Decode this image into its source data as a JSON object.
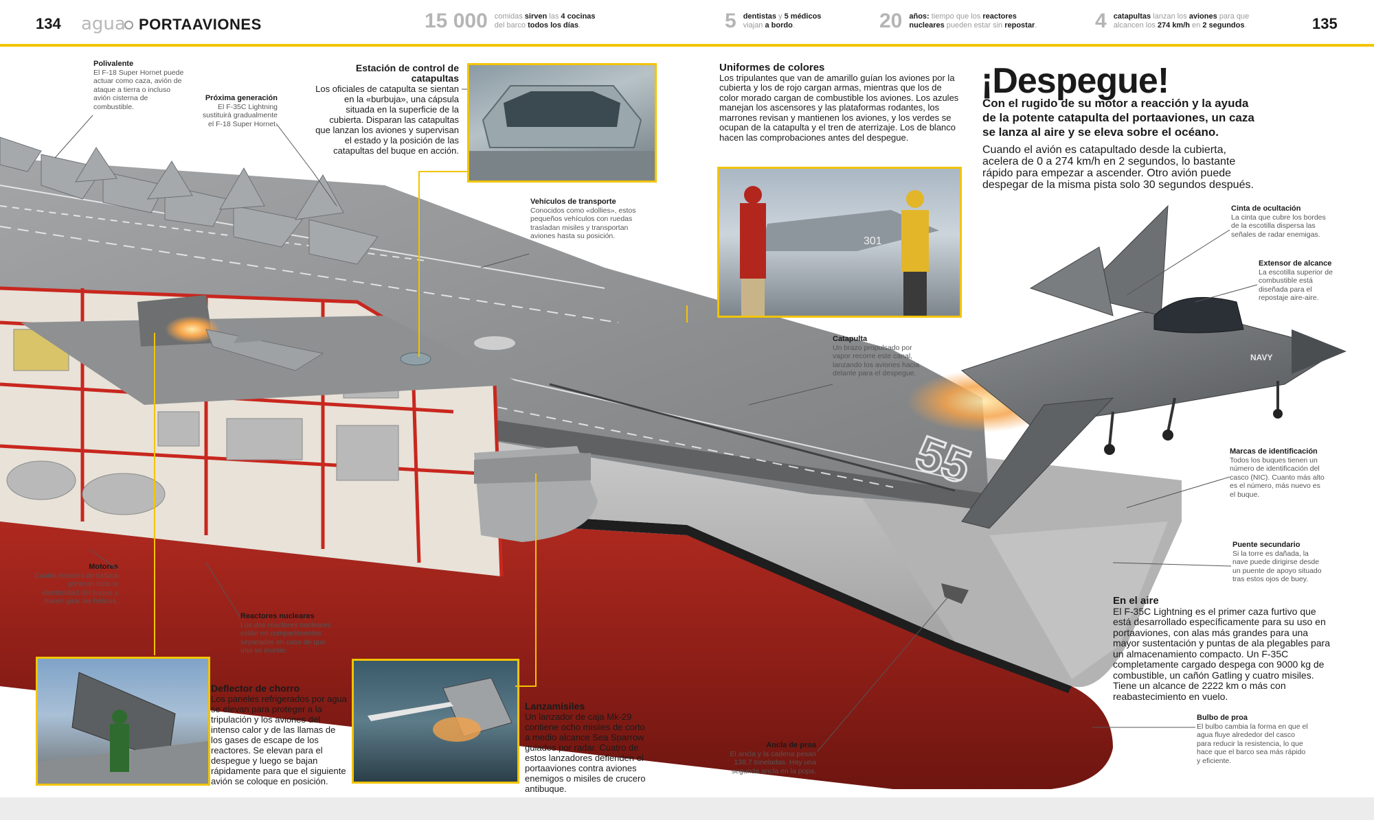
{
  "header": {
    "left_page_number": "134",
    "section": "agua",
    "topic": "PORTAAVIONES",
    "right_page_number": "135",
    "facts": [
      {
        "number": "15 000",
        "text_html": "comidas <b>sirven</b> las <b>4 cocinas</b><br>del barco <b>todos los días</b>."
      },
      {
        "number": "5",
        "text_html": "<b>dentistas</b> y <b>5 médicos</b><br>viajan <b>a bordo</b>."
      },
      {
        "number": "20",
        "text_html": "<b>años:</b> tiempo que los <b>reactores</b><br><b>nucleares</b> pueden estar sin <b>repostar</b>."
      },
      {
        "number": "4",
        "text_html": "<b>catapultas</b> lanzan los <b>aviones</b> para que<br>alcancen los <b>274 km/h</b> en <b>2 segundos</b>."
      }
    ]
  },
  "main": {
    "title": "¡Despegue!",
    "intro": "Con el rugido de su motor a reacción y la ayuda de la potente catapulta del portaaviones, un caza se lanza al aire y se eleva sobre el océano.",
    "body": "Cuando el avión es catapultado desde la cubierta, acelera de 0 a 274 km/h en 2 segundos, lo bastante rápido para empezar a ascender. Otro avión puede despegar de la misma pista solo 30 segundos después."
  },
  "uniformes": {
    "heading": "Uniformes de colores",
    "text": "Los tripulantes que van de amarillo guían los aviones por la cubierta y los de rojo cargan armas, mientras que los de color morado cargan de combustible los aviones. Los azules manejan los ascensores y las plataformas rodantes, los marrones revisan y mantienen los aviones, y los verdes se ocupan de la catapulta y el tren de aterrizaje. Los de blanco hacen las comprobaciones antes del despegue."
  },
  "en_el_aire": {
    "heading": "En el aire",
    "text": "El F-35C Lightning es el primer caza furtivo que está desarrollado específicamente para su uso en portaaviones, con alas más grandes para una mayor sustentación y puntas de ala plegables para un almacenamiento compacto. Un F-35C completamente cargado despega con 9000 kg de combustible, un cañón Gatling y cuatro misiles. Tiene un alcance de 2222 km o más con reabastecimiento en vuelo."
  },
  "labels": {
    "polivalente": {
      "h": "Polivalente",
      "t": "El F-18 Super Hornet puede actuar como caza, avión de ataque a tierra o incluso avión cisterna de combustible."
    },
    "proxima": {
      "h": "Próxima generación",
      "t": "El F-35C Lightning sustituirá gradualmente el F-18 Super Hornet."
    },
    "estacion": {
      "h": "Estación de control de catapultas",
      "t": "Los oficiales de catapulta se sientan en la «burbuja», una cápsula situada en la superficie de la cubierta. Disparan las catapultas que lanzan los aviones y supervisan el estado y la posición de las catapultas del buque en acción."
    },
    "vehiculos": {
      "h": "Vehículos de transporte",
      "t": "Conocidos como «dollies», estos pequeños vehículos con ruedas trasladan misiles y transportan aviones hasta su posición."
    },
    "catapulta": {
      "h": "Catapulta",
      "t": "Un brazo propulsado por vapor recorre este canal, lanzando los aviones hacia delante para el despegue."
    },
    "motores": {
      "h": "Motores",
      "t": "Cuatro motores de turbina generan toda la electricidad del buque y hacen girar las hélices."
    },
    "reactores": {
      "h": "Reactores nucleares",
      "t": "Los dos reactores nucleares están en compartimentos separados en caso de que uno se inunde."
    },
    "deflector": {
      "h": "Deflector de chorro",
      "t": "Los paneles refrigerados por agua se elevan para proteger a la tripulación y los aviones del intenso calor y de las llamas de los gases de escape de los reactores. Se elevan para el despegue y luego se bajan rápidamente para que el siguiente avión se coloque en posición."
    },
    "lanzamisiles": {
      "h": "Lanzamisiles",
      "t": "Un lanzador de caja Mk-29 contiene ocho misiles de corto a medio alcance Sea Sparrow guiados por radar. Cuatro de estos lanzadores defienden el portaaviones contra aviones enemigos o misiles de crucero antibuque."
    },
    "ancla": {
      "h": "Ancla de proa",
      "t": "El ancla y la cadena pesan 138,7 toneladas. Hay una segunda ancla en la popa."
    },
    "cinta": {
      "h": "Cinta de ocultación",
      "t": "La cinta que cubre los bordes de la escotilla dispersa las señales de radar enemigas."
    },
    "extensor": {
      "h": "Extensor de alcance",
      "t": "La escotilla superior de combustible está diseñada para el repostaje aire-aire."
    },
    "marcas": {
      "h": "Marcas de identificación",
      "t": "Todos los buques tienen un número de identificación del casco (NIC). Cuanto más alto es el número, más nuevo es el buque."
    },
    "puente": {
      "h": "Puente secundario",
      "t": "Si la torre es dañada, la nave puede dirigirse desde un puente de apoyo situado tras estos ojos de buey."
    },
    "bulbo": {
      "h": "Bulbo de proa",
      "t": "El bulbo cambia la forma en que el agua fluye alrededor del casco para reducir la resistencia, lo que hace que el barco sea más rápido y eficiente."
    }
  },
  "illustration": {
    "hull_number": "55",
    "jet_marking": "NAVY",
    "fighter_number": "301"
  },
  "colors": {
    "accent": "#f2c400",
    "hull_red": "#a8241c",
    "deck_gray": "#8c8e90",
    "cutaway_red": "#c8271f"
  }
}
